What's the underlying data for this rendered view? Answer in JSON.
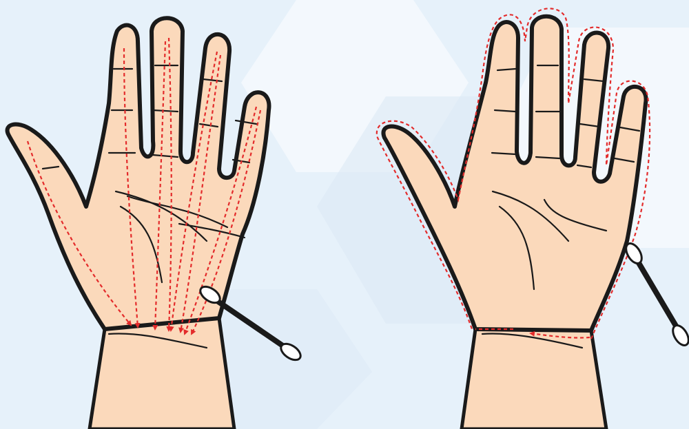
{
  "illustration": {
    "panels": [
      {
        "id": "left",
        "arrow_direction": "toward-wrist",
        "tool": "cotton-swab"
      },
      {
        "id": "right",
        "arrow_direction": "around-hand-outline",
        "tool": "cotton-swab"
      }
    ],
    "colors": {
      "background": "#e6f1fa",
      "background_accent": "#f3f8fd",
      "skin": "#fbd9bb",
      "outline": "#1a1a1a",
      "arrow": "#e32b2b",
      "swab_stick": "#1a1a1a",
      "swab_tip": "#ffffff"
    }
  }
}
